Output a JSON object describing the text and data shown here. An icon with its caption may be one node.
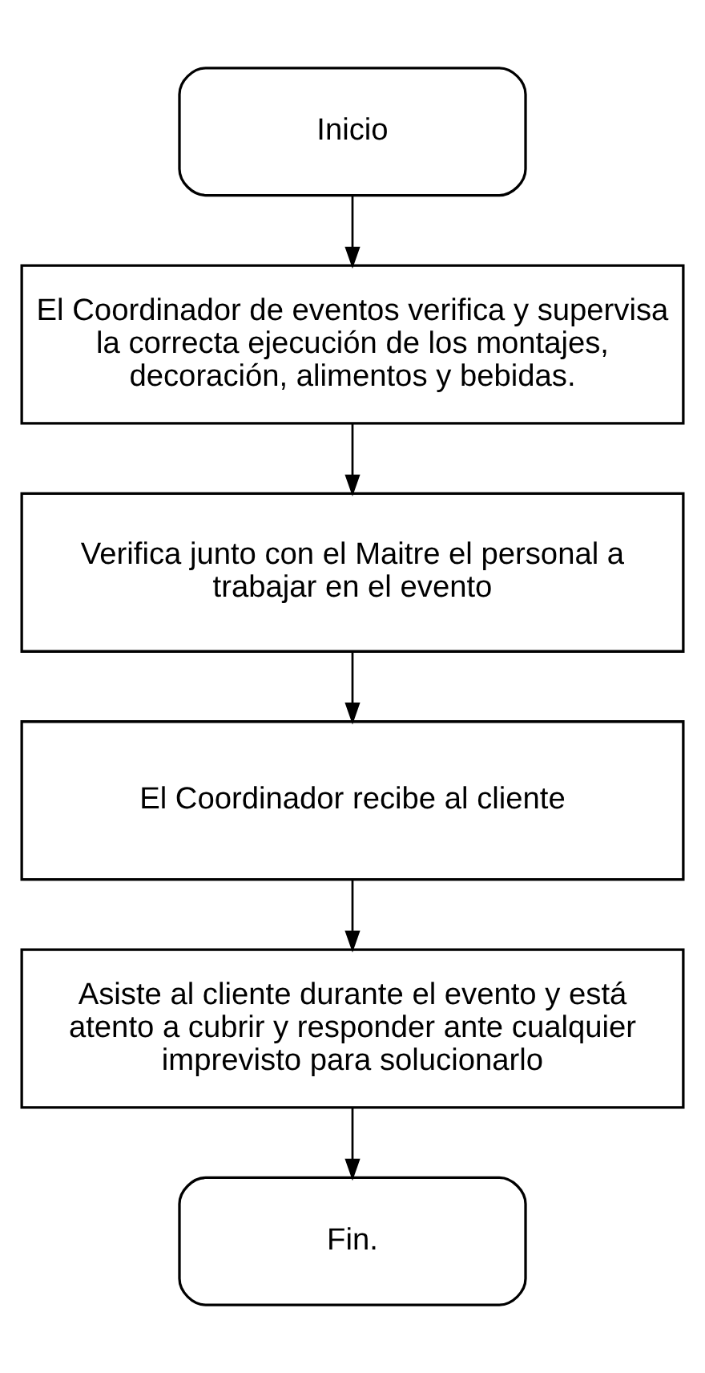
{
  "diagram": {
    "nodes": [
      {
        "text": [
          "Inicio"
        ]
      },
      {
        "text": [
          "El Coordinador de eventos verifica y supervisa la correcta ejecución de los montajes, decoración, alimentos y bebidas."
        ]
      },
      {
        "text": [
          "Verifica junto con el Maitre el personal a trabajar en el evento"
        ]
      },
      {
        "text": [
          "El Coordinador recibe al cliente"
        ]
      },
      {
        "text": [
          "Asiste al cliente durante el evento y está atento a cubrir y responder ante cualquier imprevisto para solucionarlo"
        ]
      },
      {
        "text": [
          "Fin."
        ]
      }
    ],
    "edges": [
      {
        "from": 0,
        "to": 1,
        "arrow": "to"
      },
      {
        "from": 1,
        "to": 2,
        "arrow": "to"
      },
      {
        "from": 2,
        "to": 3,
        "arrow": "to"
      },
      {
        "from": 3,
        "to": 4,
        "arrow": "to"
      },
      {
        "from": 4,
        "to": 5,
        "arrow": "to"
      }
    ]
  }
}
